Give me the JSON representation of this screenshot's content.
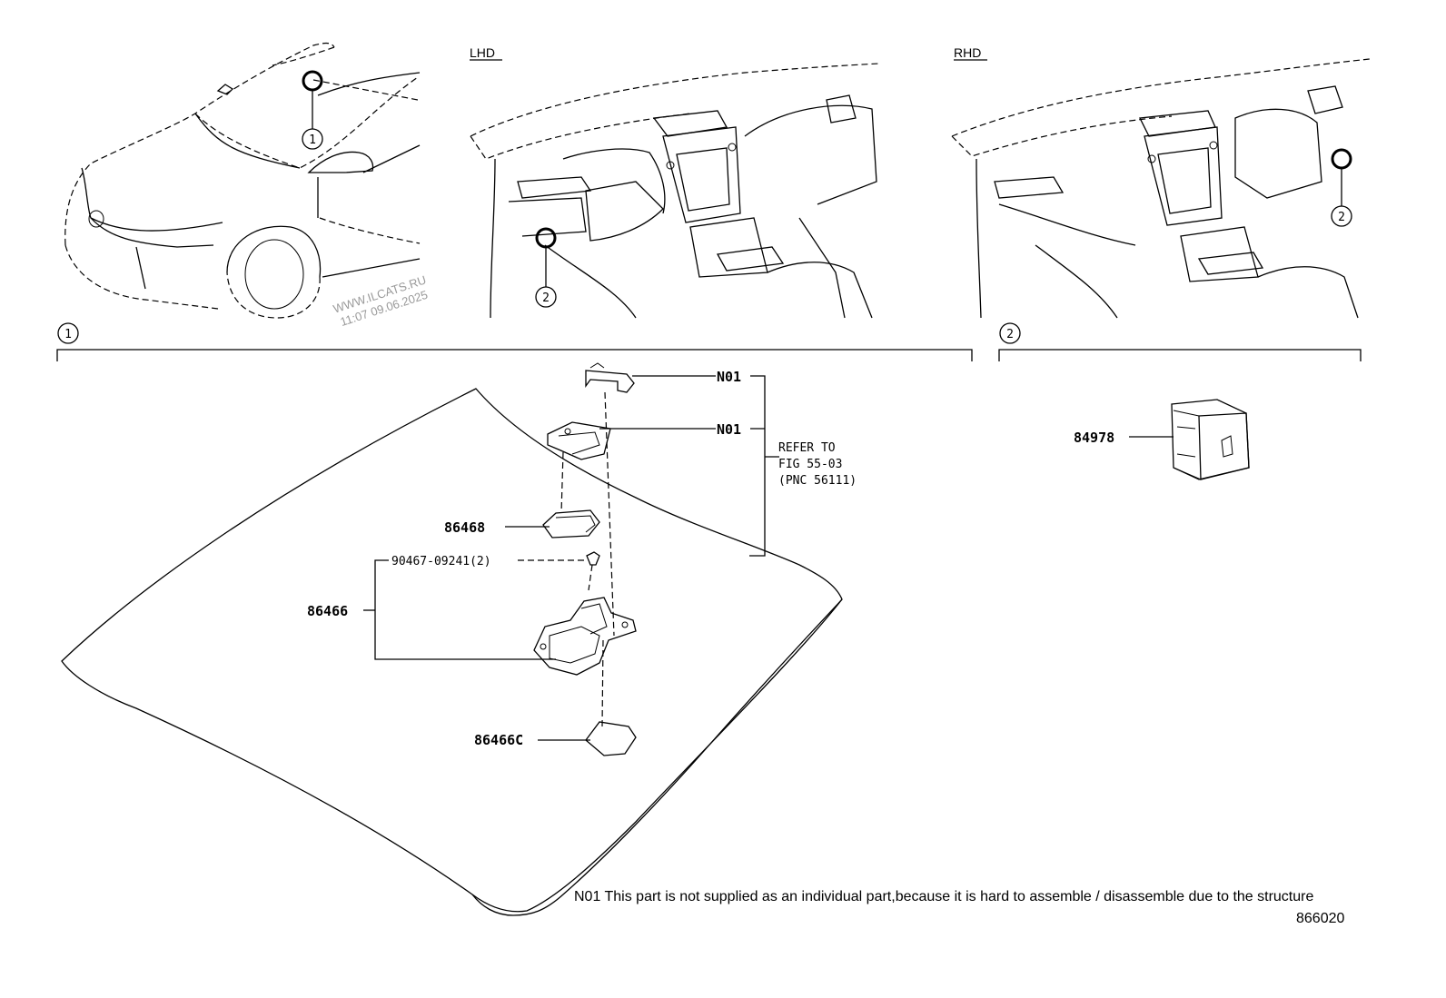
{
  "headers": {
    "lhd": "LHD",
    "rhd": "RHD"
  },
  "callouts": {
    "one": "1",
    "two": "2"
  },
  "parts": {
    "n01_a": "N01",
    "n01_b": "N01",
    "p86468": "86468",
    "p90467": "90467-09241(2)",
    "p86466": "86466",
    "p86466c": "86466C",
    "p84978": "84978"
  },
  "refer": {
    "line1": "REFER TO",
    "line2": "FIG 55-03",
    "line3": "(PNC 56111)"
  },
  "watermark": {
    "line1": "WWW.ILCATS.RU",
    "line2": "11:07 09.06.2025"
  },
  "footer": {
    "note": "N01 This part is not supplied as an individual part,because it is hard to assemble / disassemble due to the structure",
    "code": "866020"
  }
}
